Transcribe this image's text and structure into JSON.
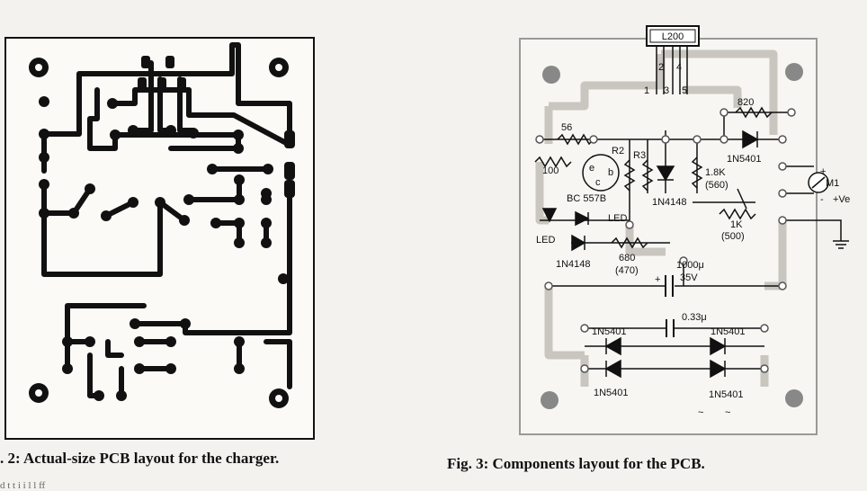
{
  "figures": {
    "pcb": {
      "caption": ". 2: Actual-size PCB layout for the charger."
    },
    "components": {
      "caption": "Fig. 3: Components layout for the PCB.",
      "labels": {
        "ic": "L200",
        "pin2": "2",
        "pin4": "4",
        "pin1": "1",
        "pin3": "3",
        "pin5": "5",
        "r820": "820",
        "r56": "56",
        "r2": "R2",
        "r3": "R3",
        "r100": "100",
        "transistor": "BC 557B",
        "t_e": "e",
        "t_b": "b",
        "t_c": "c",
        "d_top": "1N5401",
        "r18k": "1.8K",
        "r560": "(560)",
        "meter": "M1",
        "plus_ve": "+Ve",
        "minus": "-",
        "plus": "+",
        "pot": "1K",
        "pot500": "(500)",
        "led_left": "LED",
        "led_mid": "LED",
        "d1n4148_left": "1N4148",
        "d1n4148_mid": "1N4148",
        "r680": "680",
        "r470": "(470)",
        "cap_val": "1000μ",
        "cap_v": "35V",
        "cap_plus": "+",
        "cap033": "0.33μ",
        "br1": "1N5401",
        "br2": "1N5401",
        "br3": "1N5401",
        "br4": "1N5401",
        "ac1": "~",
        "ac2": "~"
      }
    }
  },
  "edge_text": "d    t          t    i   i  l   l      ff"
}
